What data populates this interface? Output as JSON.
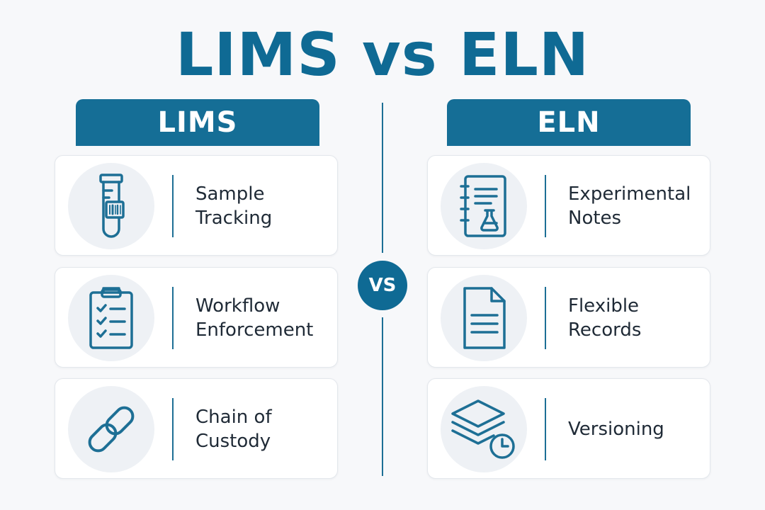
{
  "title": "LIMS vs ELN",
  "vs_label": "VS",
  "columns": {
    "left": {
      "header": "LIMS",
      "items": [
        {
          "icon": "test-tube-barcode-icon",
          "label": "Sample\nTracking"
        },
        {
          "icon": "clipboard-checklist-icon",
          "label": "Workflow\nEnforcement"
        },
        {
          "icon": "chain-link-icon",
          "label": "Chain of\nCustody"
        }
      ]
    },
    "right": {
      "header": "ELN",
      "items": [
        {
          "icon": "notebook-flask-icon",
          "label": "Experimental\nNotes"
        },
        {
          "icon": "document-icon",
          "label": "Flexible\nRecords"
        },
        {
          "icon": "layers-clock-icon",
          "label": "Versioning"
        }
      ]
    }
  },
  "colors": {
    "accent": "#0f6a94",
    "header_bg": "#156e96",
    "background": "#f7f8fa",
    "card_bg": "#ffffff"
  }
}
